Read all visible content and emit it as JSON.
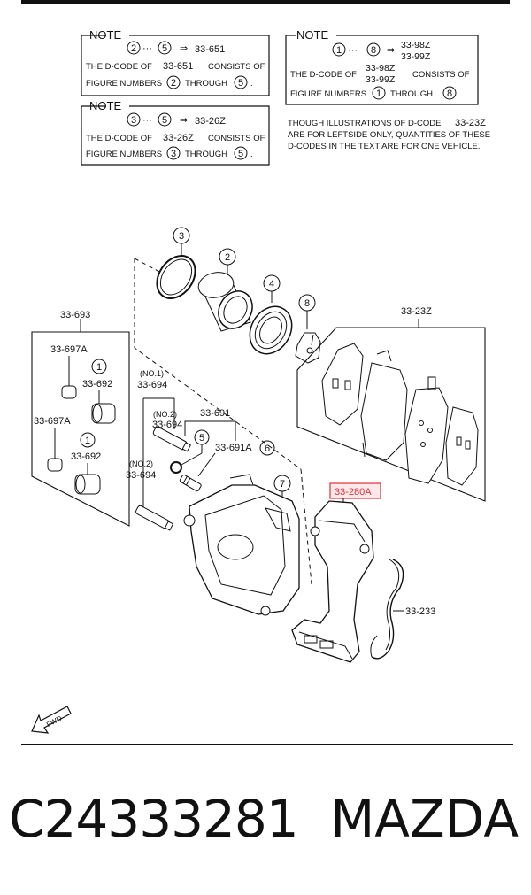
{
  "notes": {
    "note1": {
      "heading": "NOTE",
      "n_from": "2",
      "dots": "···",
      "n_to": "5",
      "arrow": "⇒",
      "code": "33-651",
      "line2_a": "THE D-CODE OF",
      "line2_code": "33-651",
      "line2_b": "CONSISTS OF",
      "line3_a": "FIGURE NUMBERS",
      "line3_from": "2",
      "line3_mid": "THROUGH",
      "line3_to": "5",
      "line3_end": "."
    },
    "note2": {
      "heading": "NOTE",
      "n_from": "3",
      "dots": "···",
      "n_to": "5",
      "arrow": "⇒",
      "code": "33-26Z",
      "line2_a": "THE D-CODE OF",
      "line2_code": "33-26Z",
      "line2_b": "CONSISTS OF",
      "line3_a": "FIGURE NUMBERS",
      "line3_from": "3",
      "line3_mid": "THROUGH",
      "line3_to": "5",
      "line3_end": "."
    },
    "note3": {
      "heading": "NOTE",
      "n_from": "1",
      "dots": "···",
      "n_to": "8",
      "arrow": "⇒",
      "code_a": "33-98Z",
      "code_b": "33-99Z",
      "line2_a": "THE D-CODE OF",
      "line2_code_a": "33-98Z",
      "line2_code_b": "33-99Z",
      "line2_b": "CONSISTS OF",
      "line3_a": "FIGURE NUMBERS",
      "line3_from": "1",
      "line3_mid": "THROUGH",
      "line3_to": "8",
      "line3_end": "."
    },
    "remark": {
      "line1_a": "THOUGH ILLUSTRATIONS OF D-CODE",
      "line1_code": "33-23Z",
      "line2": "ARE FOR LEFTSIDE ONLY, QUANTITIES OF THESE",
      "line3": "D-CODES IN THE TEXT ARE FOR ONE VEHICLE."
    }
  },
  "callouts": {
    "c1a": "1",
    "c1b": "1",
    "c2": "2",
    "c3": "3",
    "c4": "4",
    "c5": "5",
    "c6": "6",
    "c7": "7",
    "c8": "8"
  },
  "labels": {
    "p33_693": "33-693",
    "p33_697a_1": "33-697A",
    "p33_692_1": "33-692",
    "p33_697a_2": "33-697A",
    "p33_692_2": "33-692",
    "no1": "(NO.1)",
    "p33_694_1": "33-694",
    "no2_a": "(NO.2)",
    "p33_694_2": "33-694",
    "no2_b": "(NO.2)",
    "p33_694_3": "33-694",
    "p33_691": "33-691",
    "p33_691a": "33-691A",
    "p33_23z": "33-23Z",
    "p33_280a": "33-280A",
    "p33_233": "33-233",
    "fwd": "FWD"
  },
  "colors": {
    "highlight": "#e0303a",
    "ink": "#111111"
  },
  "footer": {
    "part_number": "C24333281",
    "brand": "MAZDA"
  }
}
